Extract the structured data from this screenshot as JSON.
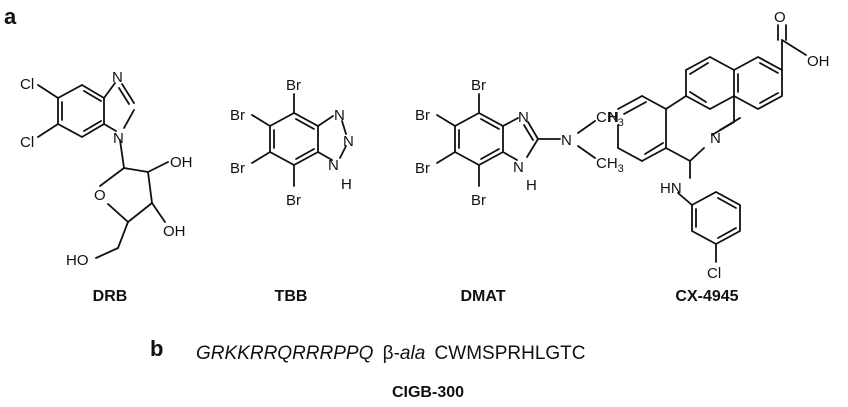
{
  "panel_a": {
    "letter": "a"
  },
  "panel_b": {
    "letter": "b"
  },
  "compounds": [
    {
      "name": "DRB",
      "atoms": {
        "cl1": "Cl",
        "cl2": "Cl",
        "n1": "N",
        "n2": "N",
        "o_ring": "O",
        "oh1": "OH",
        "oh2": "OH",
        "ho": "HO"
      }
    },
    {
      "name": "TBB",
      "atoms": {
        "br1": "Br",
        "br2": "Br",
        "br3": "Br",
        "br4": "Br",
        "n1": "N",
        "n2": "N",
        "n3": "N",
        "h": "H"
      }
    },
    {
      "name": "DMAT",
      "atoms": {
        "br1": "Br",
        "br2": "Br",
        "br3": "Br",
        "br4": "Br",
        "n1": "N",
        "n2": "N",
        "n3": "N",
        "h": "H",
        "ch3a": "CH",
        "ch3b": "CH",
        "sub": "3"
      }
    },
    {
      "name": "CX-4945",
      "atoms": {
        "n_pyr": "N",
        "n_ring": "N",
        "hn": "HN",
        "cl": "Cl",
        "o": "O",
        "oh": "OH"
      }
    }
  ],
  "peptide": {
    "seq_italic": "GRKKRRQRRRPPQ",
    "beta": "β-",
    "ala": "ala",
    "seq_plain": "CWMSPRHLGTC",
    "name": "CIGB-300"
  }
}
